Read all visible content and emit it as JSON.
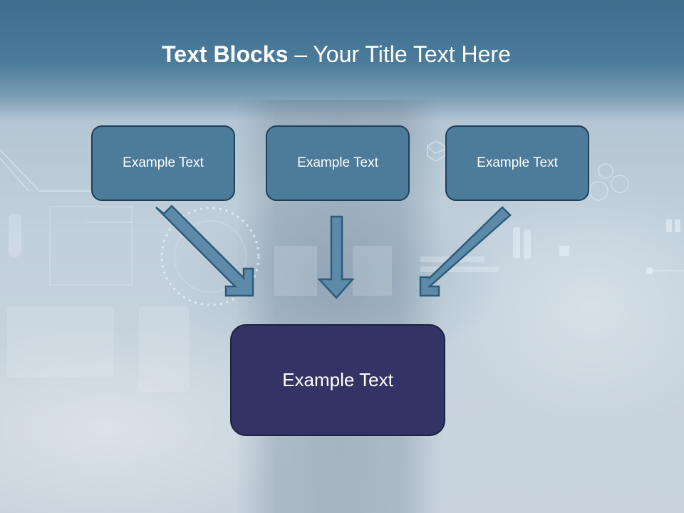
{
  "slide": {
    "title_bold": "Text Blocks",
    "title_dash": " – ",
    "title_regular": "Your Title Text Here"
  },
  "blocks": [
    {
      "label": "Example Text"
    },
    {
      "label": "Example Text"
    },
    {
      "label": "Example Text"
    }
  ],
  "main_block": {
    "label": "Example Text"
  },
  "colors": {
    "header": "#3f6d8c",
    "block_fill": "#4d7c9b",
    "main_fill": "#343366",
    "arrow_fill": "#5d8aa8",
    "arrow_outline": "#2d5b7a"
  }
}
